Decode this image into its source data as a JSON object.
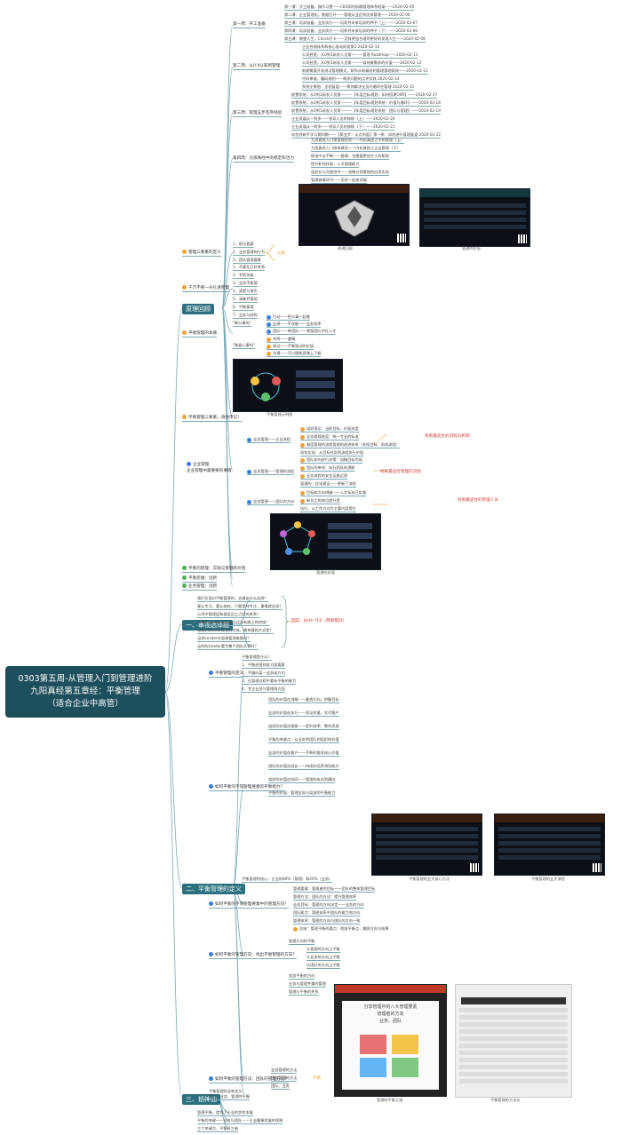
{
  "root": {
    "title": "0303第五周-从管理入门到管理进阶\n九阳真经第五章经：平衡管理\n（适合企业中高管）"
  },
  "sections": [
    {
      "label": "原理回顾"
    },
    {
      "label": "一、审视选择题"
    },
    {
      "label": "二、平衡管理的定义"
    },
    {
      "label": "三、钥神油"
    }
  ],
  "review": {
    "week1": {
      "label": "第一周：开工准备",
      "items": [
        "第一课：开工准备，操作习惯——CEO如何拆解管理体系框架——2020-02-05",
        "第二课：企业管理化，数据打开——管理从业员到优质管理——2020-02-06",
        "第三课：培训准备，业务执行——培养并未来培训的种子（上）——2020-02-07",
        "第四课：培训准备，业务执行——培养并未来培训的种子（下）——2020-02-08",
        "第五课：期望人生，Check打卡——怎样更加合理的更好的发现人生——2020-02-09"
      ]
    },
    "week2": {
      "label": "第二周：从0.9认知到管理",
      "items": [
        "企业合规体系和核心驱动研发第1-2020-02-10",
        "公司经营，从0到1研发人员第一——管理 Roadmap——2020-02-11",
        "公司经营，从0到1研发人员第一——如何做需求的价值——2020-02-12",
        "前期需要开发测试管理模式，帮你从新精进的管理落地高效——2020-02-13",
        "代码审查，编码规则——帮你问题的点评实践 2020-02-14",
        "系统全景图：全程复盘——帮你解决全员内循环在管理 2020-02-15"
      ]
    },
    "week3": {
      "label": "第三周：管理五步有序经验",
      "items": [
        "前置系统，从0到1研发人员第一——【年度目标规划：如何搭建OKR】——2020-02-17",
        "前置系统，从0到1研发人员第一——【年度目标规划系统：价值与循环】——2020-02-18",
        "前置系统，从0到1研发人员第一——【年度目标规划系统：团队与管理】——2020-02-19",
        "企业发展从一到多——领导人员的修炼（上）——2020-02-20",
        "企业发展从一到多——领导人员的修炼（下）——2020-02-21",
        "向优秀新手学习第四期——【第五步：从点到面】第一季：如何进行管理复盘 2020-02-22"
      ]
    },
    "week4": {
      "label": "第四周：九阳真经中的稳定和活力",
      "items": [
        "九阳真经入门第管理经验——内化真经之中的管理（上）",
        "九阳真经入门修炼建设——内化真经之企业管理（下）",
        "职场中去不断——管理，也需要更进步入的职场",
        "提升职场技能，人才管理能力",
        "组织在公司使用中——战略计划落地的应用实现",
        "管理者事项书——怎样一起来进展"
      ]
    },
    "summary": {
      "label": "管理三要素的定义",
      "items": [
        "1、职位要素",
        "2、业务管理的行为",
        "3、团队管理要素"
      ],
      "tag": "认知"
    },
    "img_caption_1": "原理回顾",
    "img_caption_2": "管理的价值",
    "three_things": {
      "label": "千万不要一头扎进管理",
      "items": [
        "1、不要乱打好关系",
        "2、专职技能",
        "3、业务不能管",
        "4、清楚与角色",
        "5、清晰并落地",
        "6、平衡管理",
        "7、业务与结构"
      ]
    },
    "balance": {
      "label": "平衡管理的本质",
      "sub1": "\"做公事的\"",
      "sub1_items": [
        "行动——把公事一起做",
        "业绩——不仅能——业务效率",
        "团队——带团队——增强团队内在人才"
      ],
      "sub2": "\"做真心事的\"",
      "sub2_items": [
        "共鸣——激情",
        "驱动——不断驱动的价值",
        "沟通——可以赋能直属上下级"
      ]
    },
    "balance_img_caption": "平衡管理示例图",
    "core": {
      "label": "平衡管理三要素，请你牢记！"
    },
    "enterprise": {
      "label": "企业管理\n企业管理中最重要的事情",
      "g1_label": "业务管理——企业流程",
      "g1_items": [
        "组织营运：当前目标，价值进度",
        "业务管理进度：统一专业的标准",
        "制度管理的流程管理的改进体系（先找目标、再找流程）",
        "如何实现：从目标任务到流程执行价值"
      ],
      "g1_tag": "找到最适合的流程与机制",
      "g2_label": "业务管理——管理的流程",
      "g2_items": [
        "团队如何进行决策：战略目标完成",
        "团队的带领：执行团队的潜能",
        "业务流程的安全运维运营",
        "管理的：优化建设——更新了流程"
      ],
      "g2_tag": "找到最适合管理的流程",
      "g3_label": "业务管理——团队的方向",
      "g3_items": [
        "目标和方向明确——人才标准已实施",
        "新员工的岗位提升是",
        "执行：从工作方向为主要内容提升"
      ],
      "g3_tag": "找到最适合的管理人员"
    },
    "enterprise_img_caption": "管理的价值",
    "extra1": {
      "label": "平衡的管理：实践与管理的价值"
    },
    "extra2": {
      "label": "平衡思维：创新"
    },
    "extra3": {
      "label": "业务管理：创新"
    }
  },
  "choice": {
    "items": [
      "我们在面对平衡管理时，会做出什么选择？",
      "要么专注，要么放弃，只要保持专注，事情就会成？",
      "公司中管理层和基层员工之间的关系？",
      "当我们Leader的思维方式没有跟上的时候？",
      "当我们Leader成长的时候，最快捷的方式是？",
      "当你Leader在面临管理难题时？",
      "当你的Leader要为整个团队负责时？"
    ],
    "tag": "回答：Both YES（两者都对）"
  },
  "definition": {
    "q1": {
      "label": "平衡管理的定义",
      "items": [
        "平衡管理是什么？",
        "1、平衡经营的各方面要素",
        "2、不偏向某一业务或方向",
        "3、在管理过程中要有平衡的能力",
        "4、专注业务与管理两方面"
      ]
    },
    "q2": {
      "label": "如何平衡的不同管理要素的平衡能力？",
      "rows": [
        "团队的价值在战略——看透方向，把握目标",
        "业务的价值在执行——保证质量，交付客户",
        "组织的价值在赋能——提升效率，整合资源",
        "平衡的关键点：从业务到团队到组织的价值",
        "业务的价值在客户——不断的推进核心价值",
        "团队的价值在成长——持续的培养领导能力",
        "组织的价值在协同——管理的纵向到横向",
        "平衡的价值：管理全局与局部的平衡能力"
      ]
    },
    "q2_img_left": "平衡管理的五大核心方法",
    "q2_img_right": "平衡管理的五步流程",
    "q2_footer": "平衡管理的核心：企业的80%（管理）和20%（业务）",
    "q3": {
      "label": "如何平衡的不同管理要素中的管理方向？",
      "items": [
        "管理要素：管理者的目标——团队的整体管理目标",
        "管理方法：团队的方法：提升管理效率",
        "业务目标：管理的方向决定——业务的方向",
        "团队能力：管理体系中团队的能力和方向",
        "管理体系：管理的方向与团队的方向一致"
      ],
      "footer": "总结：管理平衡的要点：找准平衡点，兼顾方向与结果"
    },
    "q4": {
      "label": "如何平衡的管理方向：找出平衡管理的方向？",
      "sub": [
        "管理方向的平衡",
        "从管理的方向上平衡",
        "从业务的方向上平衡",
        "从团队的方向上平衡"
      ],
      "sub2": [
        "找准平衡的方向",
        "业务与管理并重的管理",
        "管理与平衡的关系"
      ]
    },
    "q4_img_left": "管理的平衡之道",
    "q4_img_right": "平衡管理的方法论",
    "q4_img_text": [
      "分享管理中的八大管理要素",
      "管理者的方向",
      "业务、团队"
    ],
    "q5": {
      "label": "如何平衡的管理方法：团队的管理方法？",
      "items": [
        "业务管理的方法",
        "团队管理的方法",
        "团队、业务"
      ],
      "tag": "平衡"
    },
    "q6": {
      "label": "平衡管理的全新定义：\n团队、业务、管理的平衡"
    }
  },
  "final": {
    "items": [
      "管理平衡，是为了企业的良性发展",
      "平衡的关键——业务与团队——企业健康发展的保障",
      "三个关键点，平衡好三者"
    ]
  },
  "colors": {
    "root_bg": "#1e4f5c",
    "section_bg": "#2c6f7f",
    "line": "#7aa9b4",
    "accent_red": "#d63b3b"
  }
}
